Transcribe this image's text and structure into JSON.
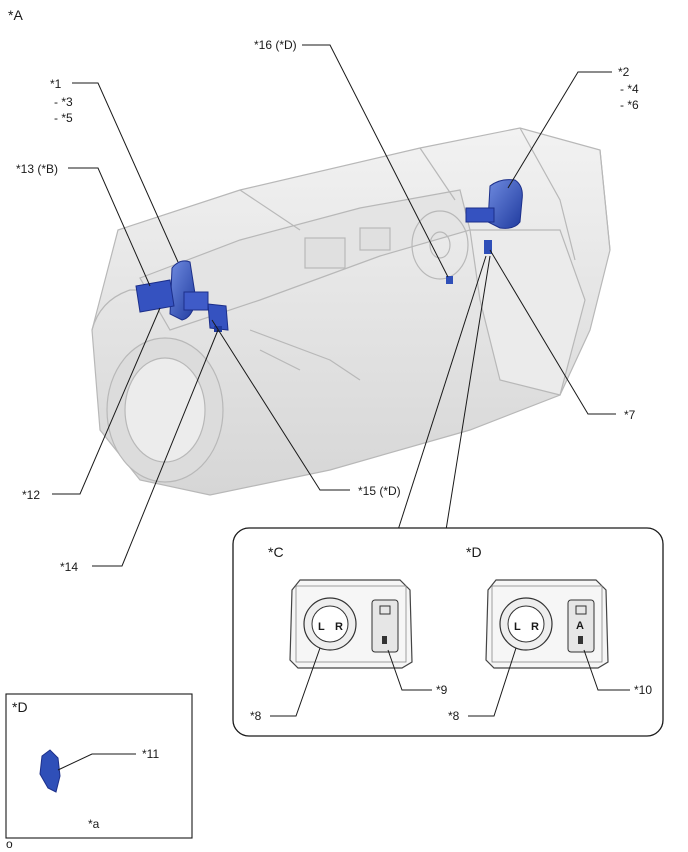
{
  "figure_label": "*A",
  "callouts": {
    "c1": "*1",
    "c1_sub1": "- *3",
    "c1_sub2": "- *5",
    "c2": "*2",
    "c2_sub1": "- *4",
    "c2_sub2": "- *6",
    "c7": "*7",
    "c12": "*12",
    "c13": "*13 (*B)",
    "c14": "*14",
    "c15": "*15 (*D)",
    "c16": "*16 (*D)"
  },
  "switch_panel": {
    "left": {
      "title": "*C",
      "dial_callout": "*8",
      "button_callout": "*9",
      "dial_left": "L",
      "dial_right": "R"
    },
    "right": {
      "title": "*D",
      "dial_callout": "*8",
      "button_callout": "*10",
      "dial_left": "L",
      "dial_right": "R",
      "auto_letter": "A"
    }
  },
  "inset": {
    "title": "*D",
    "callout": "*11",
    "caption": "*a"
  },
  "corner_mark": "o",
  "colors": {
    "highlight": "#2f4fb8",
    "highlight_dark": "#1c2f8a",
    "body_line": "#b8b8b8",
    "leader": "#1a1a1a"
  }
}
